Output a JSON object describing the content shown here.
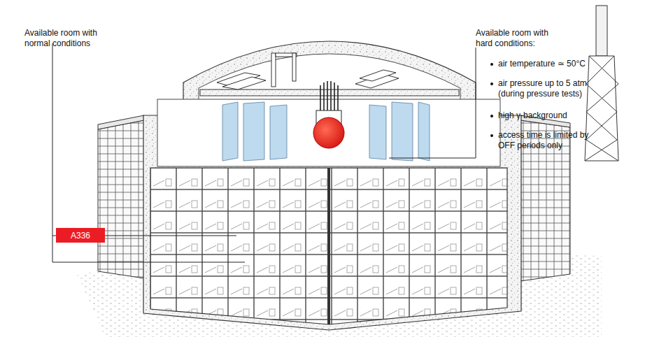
{
  "diagram": {
    "nodes": [
      {
        "text": [
          "A336"
        ]
      }
    ],
    "labels": [
      "Available room with normal conditions",
      "Available room with hard conditions:",
      "air temperature ≃ 50°C",
      "air pressure up to 5 atm (during pressure tests)",
      "high γ-background",
      "access time is limited by OFF periods only"
    ]
  }
}
